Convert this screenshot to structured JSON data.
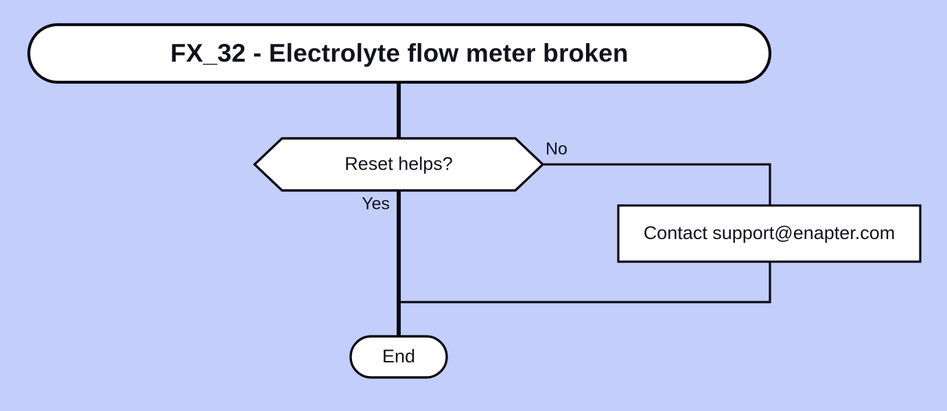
{
  "diagram": {
    "type": "flowchart",
    "orientation": "top-down",
    "background_color": "#c3cefb",
    "node_fill_color": "#ffffff",
    "stroke_color": "#0a0a14",
    "text_color": "#12121c",
    "title": "FX_32 - Electrolyte flow meter broken",
    "nodes": [
      {
        "id": "start",
        "shape": "stadium",
        "label": "FX_32 - Electrolyte flow meter broken"
      },
      {
        "id": "decision",
        "shape": "hexagon",
        "label": "Reset helps?"
      },
      {
        "id": "support",
        "shape": "rectangle",
        "label": "Contact support@enapter.com"
      },
      {
        "id": "end",
        "shape": "stadium",
        "label": "End"
      }
    ],
    "edges": [
      {
        "id": "start-to-decision",
        "from": "start",
        "to": "decision",
        "label": ""
      },
      {
        "id": "decision-no-to-support",
        "from": "decision",
        "to": "support",
        "label": "No"
      },
      {
        "id": "decision-yes-to-end",
        "from": "decision",
        "to": "end",
        "label": "Yes"
      },
      {
        "id": "support-to-end",
        "from": "support",
        "to": "end",
        "label": ""
      }
    ]
  }
}
